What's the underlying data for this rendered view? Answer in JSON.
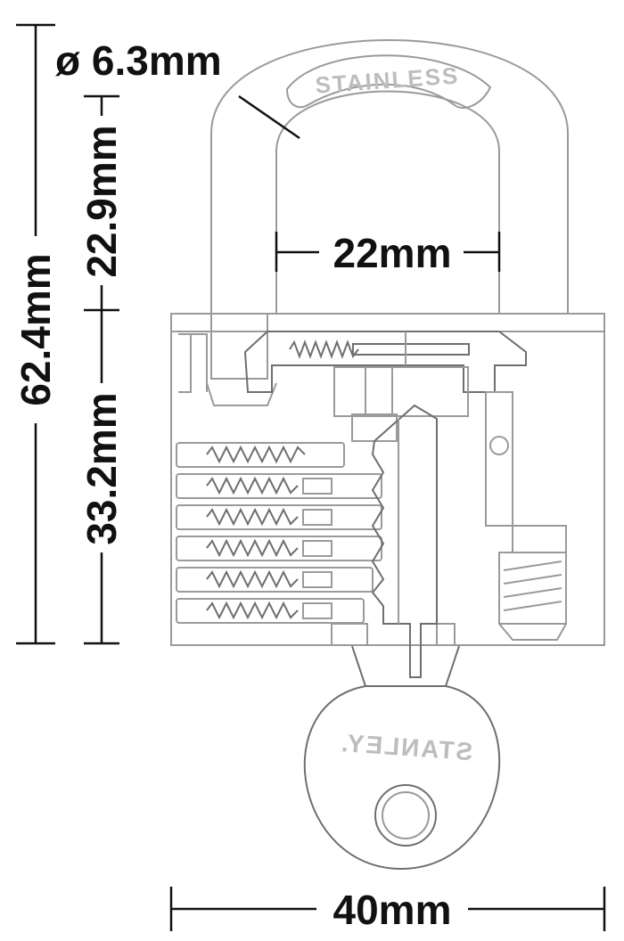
{
  "dimensions": {
    "shackle_diameter": "ø 6.3mm",
    "shackle_clearance": "22.9mm",
    "total_height": "62.4mm",
    "body_height": "33.2mm",
    "shackle_inner_width": "22mm",
    "body_width": "40mm"
  },
  "markings": {
    "shackle_text": "STAINLESS",
    "key_text": "STANLEY."
  },
  "colors": {
    "dimension_lines": "#111111",
    "part_outline": "#9a9a9a",
    "engraving": "#bdbdbd"
  }
}
